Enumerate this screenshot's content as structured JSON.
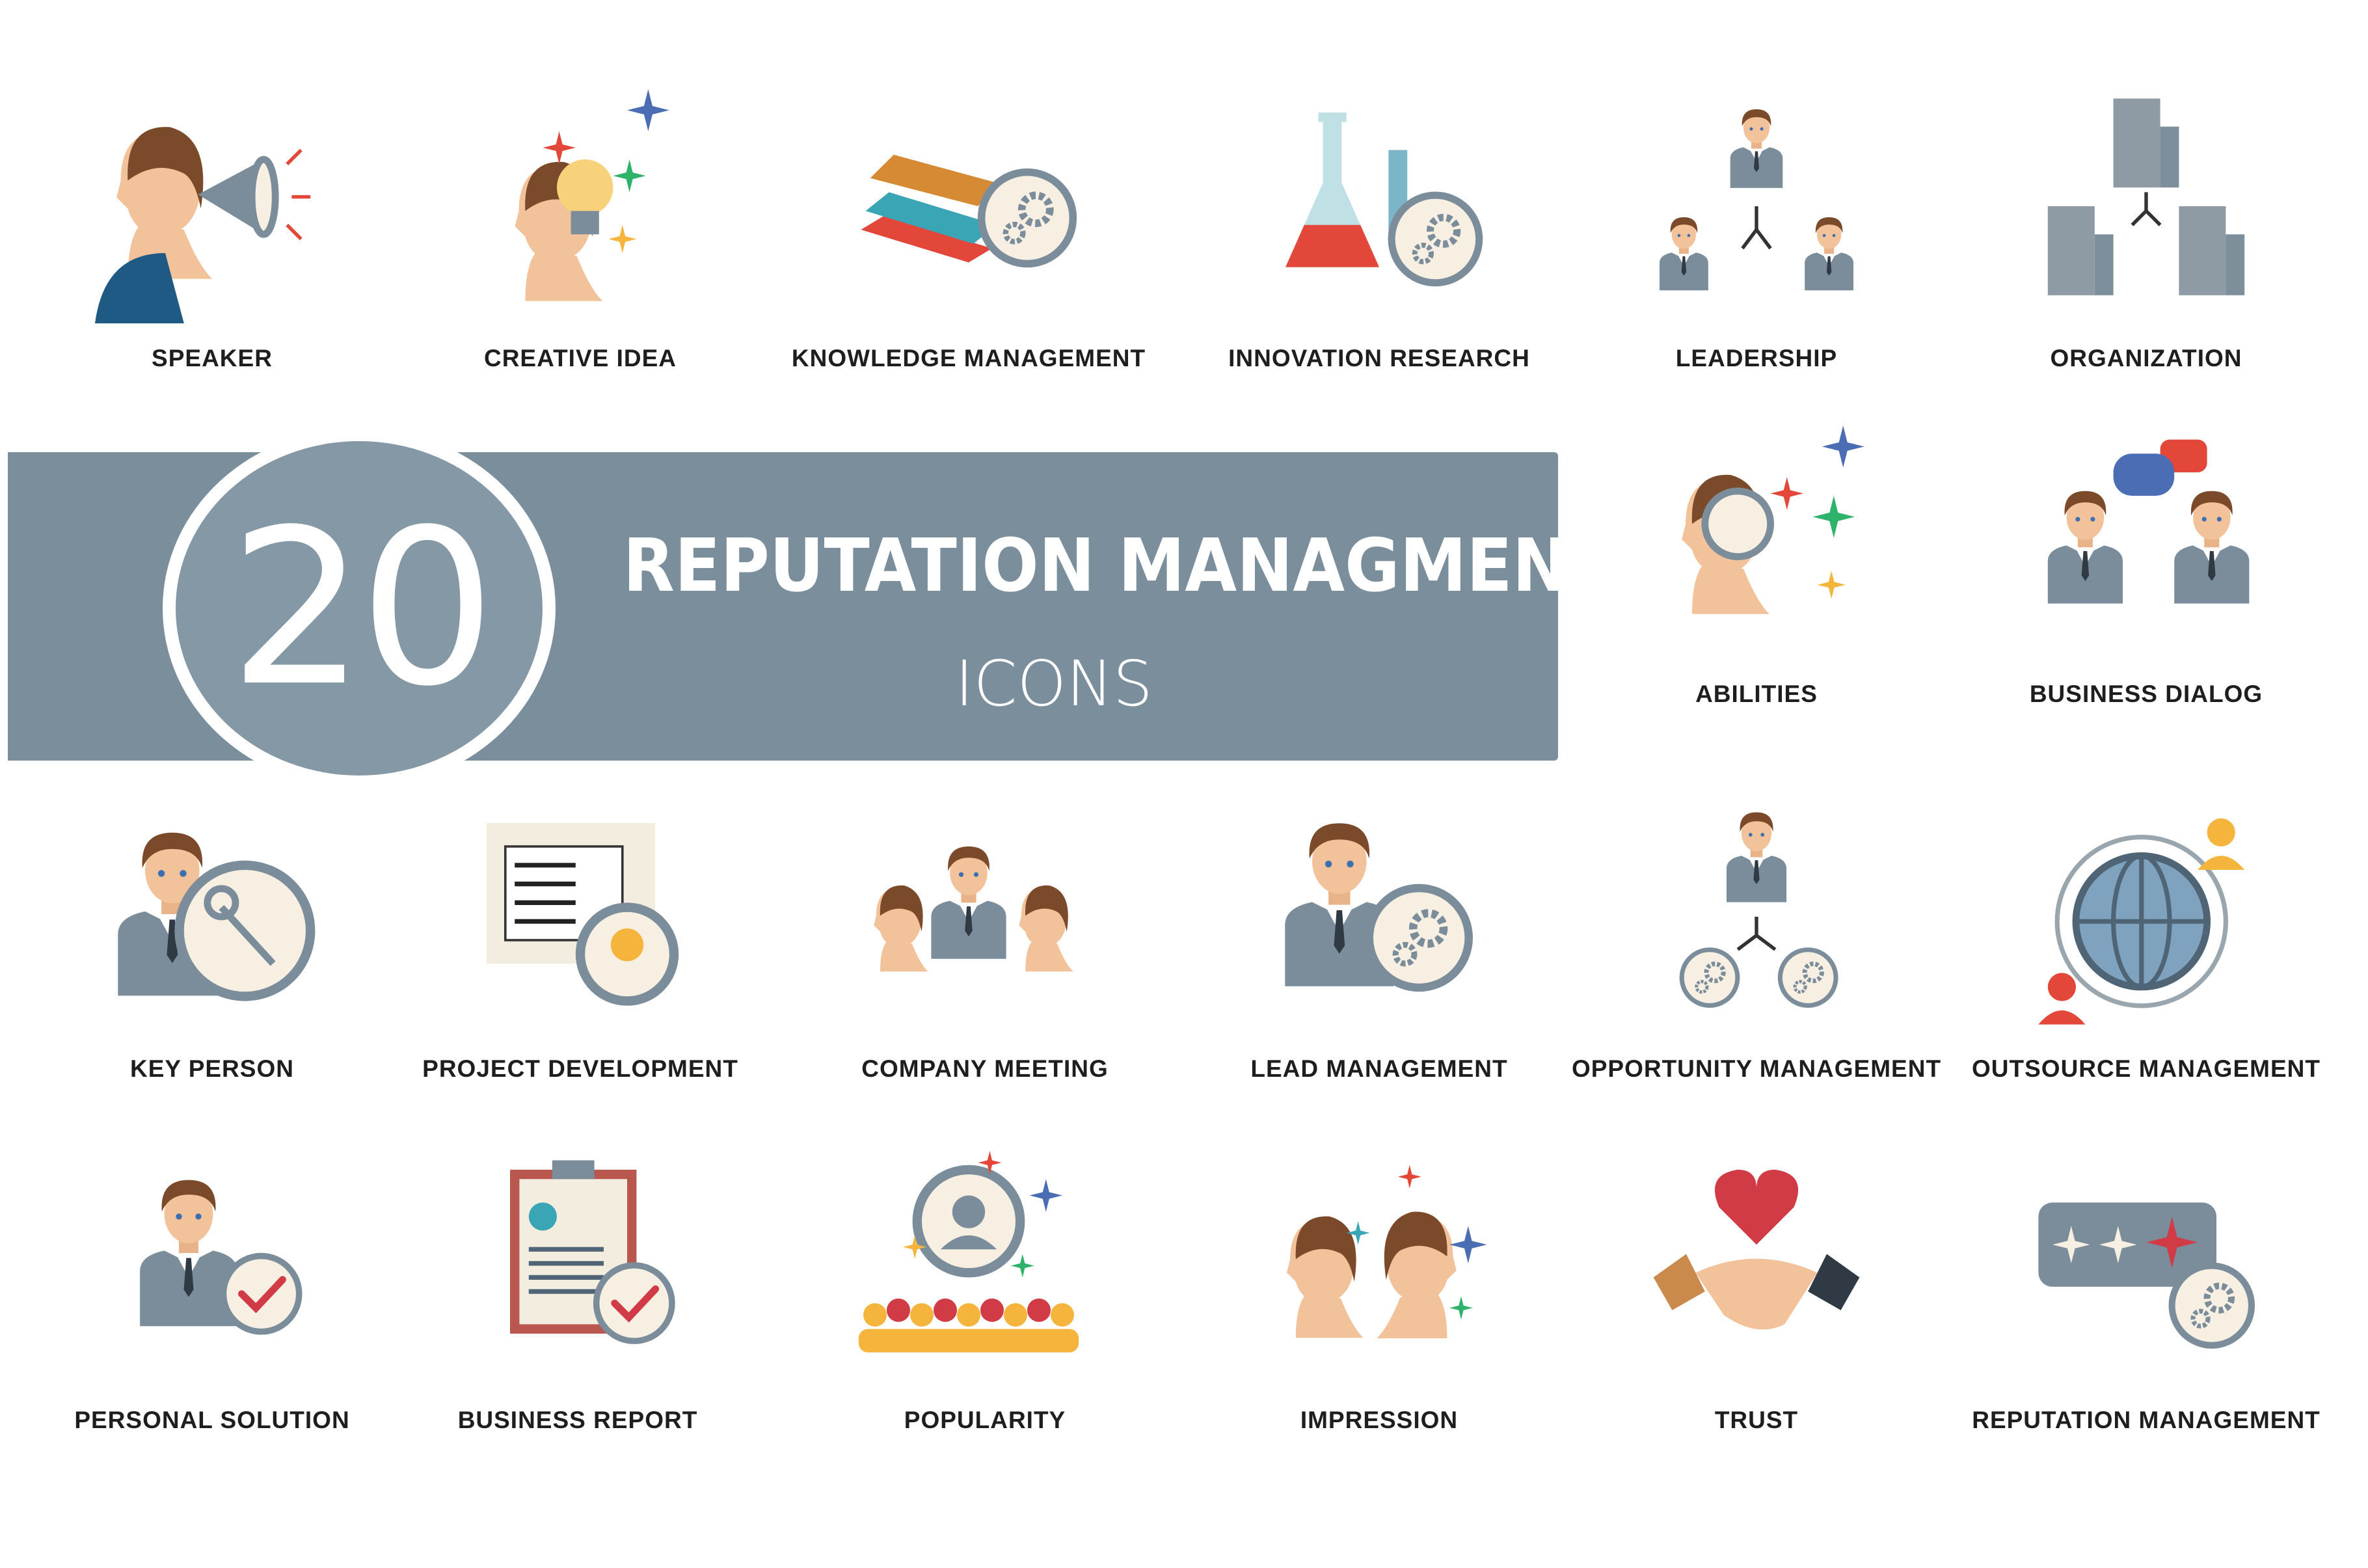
{
  "banner": {
    "count": "20",
    "title": "REPUTATION MANAGMENT",
    "subtitle": "ICONS"
  },
  "colors": {
    "banner": "#7a8e9c",
    "circle": "#8498a5",
    "suit": "#7b8d9b",
    "hair": "#7a4a2a",
    "skin": "#f2c29b",
    "badge": "#f6efe2",
    "red": "#e2473a",
    "blue": "#4a6db3",
    "green": "#2fb36b",
    "orange": "#f5b53d"
  },
  "icons": [
    {
      "label": "SPEAKER",
      "icon": "megaphone-icon"
    },
    {
      "label": "CREATIVE IDEA",
      "icon": "lightbulb-head-icon"
    },
    {
      "label": "KNOWLEDGE MANAGEMENT",
      "icon": "books-gear-icon"
    },
    {
      "label": "INNOVATION RESEARCH",
      "icon": "flask-gear-icon"
    },
    {
      "label": "LEADERSHIP",
      "icon": "team-hierarchy-icon"
    },
    {
      "label": "ORGANIZATION",
      "icon": "buildings-icon"
    },
    {
      "label": "ABILITIES",
      "icon": "head-stars-icon"
    },
    {
      "label": "BUSINESS DIALOG",
      "icon": "dialog-icon"
    },
    {
      "label": "KEY PERSON",
      "icon": "person-key-icon"
    },
    {
      "label": "PROJECT DEVELOPMENT",
      "icon": "blueprint-bulb-icon"
    },
    {
      "label": "COMPANY MEETING",
      "icon": "meeting-icon"
    },
    {
      "label": "LEAD MANAGEMENT",
      "icon": "person-gear-icon"
    },
    {
      "label": "OPPORTUNITY MANAGEMENT",
      "icon": "person-gears-icon"
    },
    {
      "label": "OUTSOURCE MANAGEMENT",
      "icon": "globe-people-icon"
    },
    {
      "label": "PERSONAL SOLUTION",
      "icon": "person-check-icon"
    },
    {
      "label": "BUSINESS REPORT",
      "icon": "clipboard-check-icon"
    },
    {
      "label": "POPULARITY",
      "icon": "crowd-icon"
    },
    {
      "label": "IMPRESSION",
      "icon": "faces-stars-icon"
    },
    {
      "label": "TRUST",
      "icon": "handshake-heart-icon"
    },
    {
      "label": "REPUTATION MANAGEMENT",
      "icon": "rating-gear-icon"
    }
  ]
}
